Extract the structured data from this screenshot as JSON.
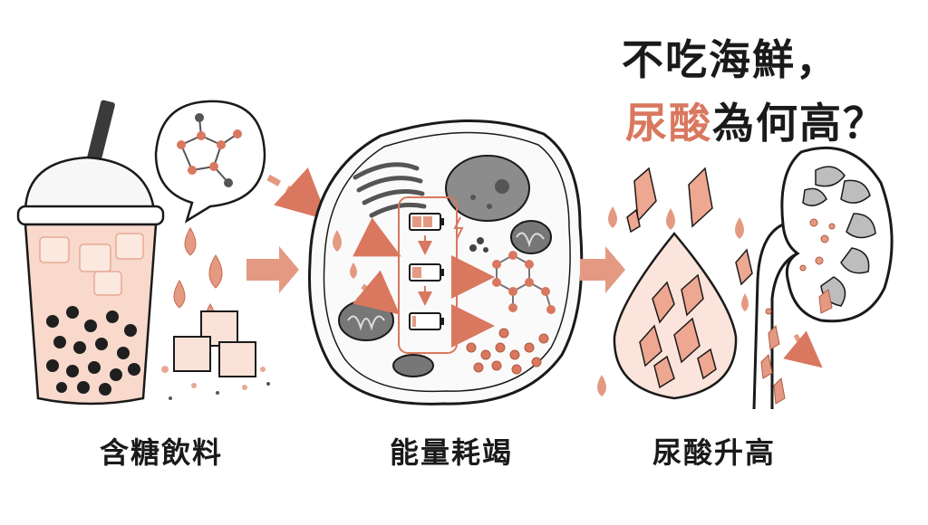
{
  "title": {
    "line1": "不吃海鮮，",
    "line2_accent": "尿酸",
    "line2_rest": "為何高？"
  },
  "steps": [
    {
      "label": "含糖飲料"
    },
    {
      "label": "能量耗竭"
    },
    {
      "label": "尿酸升高"
    }
  ],
  "colors": {
    "accent": "#d9785f",
    "accent_light": "#f3c3b1",
    "ink": "#1a1a1a",
    "gray": "#8a8a8a"
  }
}
